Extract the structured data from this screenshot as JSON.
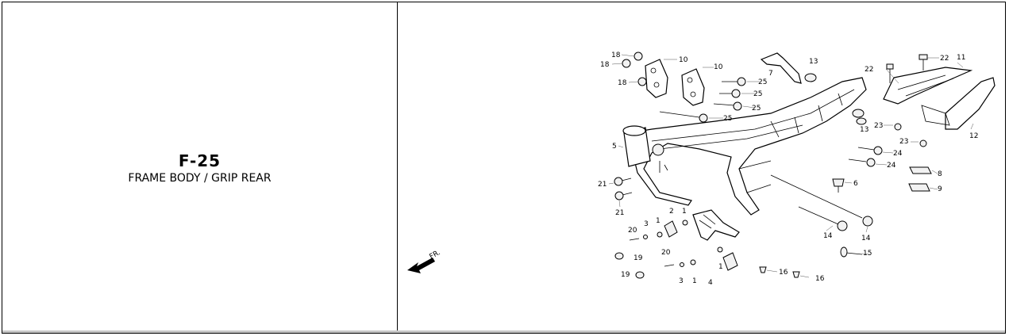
{
  "page": {
    "code": "F-25",
    "title": "FRAME BODY / GRIP REAR"
  },
  "diagram": {
    "direction_label": "FR.",
    "callouts": {
      "c18a": "18",
      "c18b": "18",
      "c18c": "18",
      "c10a": "10",
      "c10b": "10",
      "c7": "7",
      "c13a": "13",
      "c13b": "13",
      "c22a": "22",
      "c22b": "22",
      "c11": "11",
      "c12": "12",
      "c25a": "25",
      "c25b": "25",
      "c25c": "25",
      "c25d": "25",
      "c23a": "23",
      "c23b": "23",
      "c24a": "24",
      "c24b": "24",
      "c5": "5",
      "c8": "8",
      "c9": "9",
      "c6": "6",
      "c21a": "21",
      "c21b": "21",
      "c14a": "14",
      "c14b": "14",
      "c15": "15",
      "c16a": "16",
      "c16b": "16",
      "c20a": "20",
      "c20b": "20",
      "c3a": "3",
      "c3b": "3",
      "c2": "2",
      "c1a": "1",
      "c1b": "1",
      "c1c": "1",
      "c1d": "1",
      "c4": "4",
      "c19a": "19",
      "c19b": "19"
    }
  }
}
